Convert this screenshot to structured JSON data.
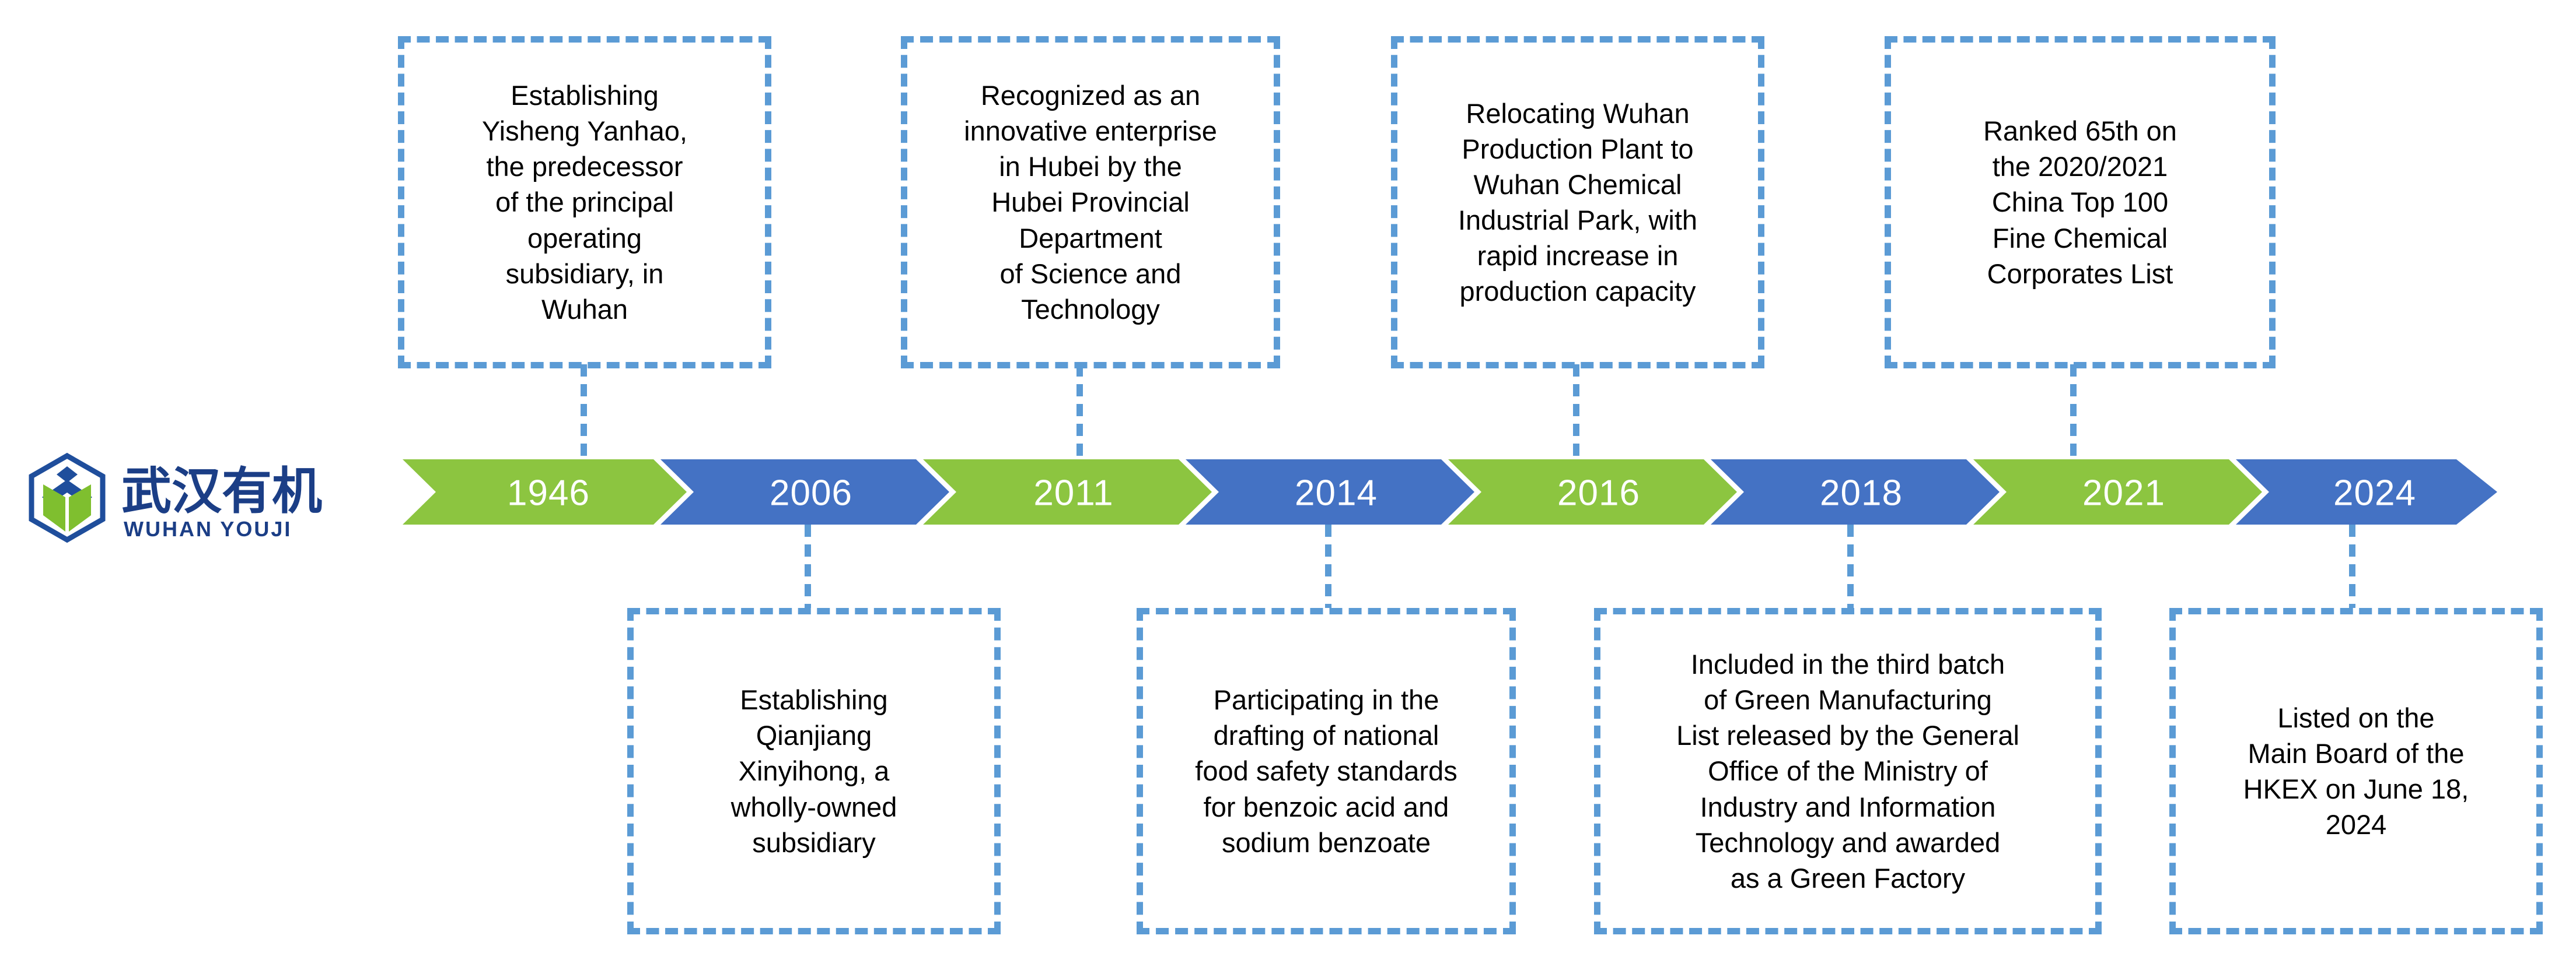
{
  "logo": {
    "name": "wuhan-youji-logo",
    "chinese_name": "武汉有机",
    "pinyin": "WUHAN  YOUJI",
    "mark_outline_color": "#1F4E9C",
    "mark_leaf_color": "#7FBF2F",
    "wordmark_color": "#1B3E86"
  },
  "colors": {
    "chevron_green": "#8CC540",
    "chevron_blue": "#4472C4",
    "callout_border": "#5B9BD5",
    "chevron_label": "#FFFFFF",
    "callout_text": "#000000",
    "background": "#FFFFFF"
  },
  "timeline": {
    "name": "company-milestone-timeline",
    "milestones": [
      {
        "year": "1946",
        "color": "green",
        "side": "top",
        "text": "Establishing\nYisheng Yanhao,\nthe predecessor\nof the principal\noperating\nsubsidiary, in\nWuhan"
      },
      {
        "year": "2006",
        "color": "blue",
        "side": "bottom",
        "text": "Establishing\nQianjiang\nXinyihong, a\nwholly-owned\nsubsidiary"
      },
      {
        "year": "2011",
        "color": "green",
        "side": "top",
        "text": "Recognized as an\ninnovative enterprise\nin Hubei by the\nHubei Provincial\nDepartment\nof Science and\nTechnology"
      },
      {
        "year": "2014",
        "color": "blue",
        "side": "bottom",
        "text": "Participating in the\ndrafting of national\nfood safety standards\nfor benzoic acid and\nsodium benzoate"
      },
      {
        "year": "2016",
        "color": "green",
        "side": "top",
        "text": "Relocating Wuhan\nProduction Plant to\nWuhan Chemical\nIndustrial Park, with\nrapid increase in\nproduction capacity"
      },
      {
        "year": "2018",
        "color": "blue",
        "side": "bottom",
        "text": "Included in the third batch\nof Green Manufacturing\nList released by the General\nOffice of the Ministry of\nIndustry and Information\nTechnology and awarded\nas a Green Factory"
      },
      {
        "year": "2021",
        "color": "green",
        "side": "top",
        "text": "Ranked 65th on\nthe 2020/2021\nChina Top 100\nFine Chemical\nCorporates List"
      },
      {
        "year": "2024",
        "color": "blue",
        "side": "bottom",
        "text": "Listed on the\nMain Board of the\nHKEX on June 18,\n2024"
      }
    ]
  },
  "chart_data": {
    "type": "timeline",
    "title": "",
    "categories": [
      "1946",
      "2006",
      "2011",
      "2014",
      "2016",
      "2018",
      "2021",
      "2024"
    ],
    "series": [
      {
        "name": "milestones",
        "values": [
          "Establishing Yisheng Yanhao, the predecessor of the principal operating subsidiary, in Wuhan",
          "Establishing Qianjiang Xinyihong, a wholly-owned subsidiary",
          "Recognized as an innovative enterprise in Hubei by the Hubei Provincial Department of Science and Technology",
          "Participating in the drafting of national food safety standards for benzoic acid and sodium benzoate",
          "Relocating Wuhan Production Plant to Wuhan Chemical Industrial Park, with rapid increase in production capacity",
          "Included in the third batch of Green Manufacturing List released by the General Office of the Ministry of Industry and Information Technology and awarded as a Green Factory",
          "Ranked 65th on the 2020/2021 China Top 100 Fine Chemical Corporates List",
          "Listed on the Main Board of the HKEX on June 18, 2024"
        ]
      }
    ],
    "placement": [
      "top",
      "bottom",
      "top",
      "bottom",
      "top",
      "bottom",
      "top",
      "bottom"
    ],
    "xlabel": "",
    "ylabel": "",
    "legend": []
  }
}
